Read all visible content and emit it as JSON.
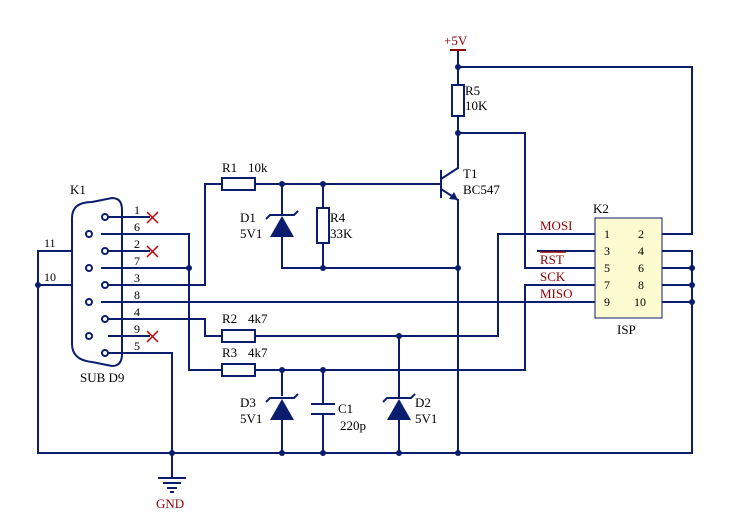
{
  "power": {
    "vcc": "+5V",
    "gnd": "GND"
  },
  "connector": {
    "ref": "K1",
    "name": "SUB D9",
    "pins": [
      "1",
      "6",
      "2",
      "7",
      "3",
      "8",
      "4",
      "9",
      "5"
    ],
    "shell_pins": [
      "11",
      "10"
    ]
  },
  "resistors": [
    {
      "ref": "R1",
      "value": "10k"
    },
    {
      "ref": "R2",
      "value": "4k7"
    },
    {
      "ref": "R3",
      "value": "4k7"
    },
    {
      "ref": "R4",
      "value": "33K"
    },
    {
      "ref": "R5",
      "value": "10K"
    }
  ],
  "zeners": [
    {
      "ref": "D1",
      "value": "5V1"
    },
    {
      "ref": "D2",
      "value": "5V1"
    },
    {
      "ref": "D3",
      "value": "5V1"
    }
  ],
  "capacitor": {
    "ref": "C1",
    "value": "220p"
  },
  "transistor": {
    "ref": "T1",
    "value": "BC547"
  },
  "isp": {
    "ref": "K2",
    "name": "ISP",
    "pins_left": [
      "1",
      "3",
      "5",
      "7",
      "9"
    ],
    "pins_right": [
      "2",
      "4",
      "6",
      "8",
      "10"
    ],
    "signals": [
      "MOSI",
      "RST",
      "SCK",
      "MISO"
    ]
  },
  "colors": {
    "wire": "#0b1e6e",
    "power_label": "#8b0000",
    "isp_body": "#fffbd0",
    "no_connect": "#c00000"
  }
}
